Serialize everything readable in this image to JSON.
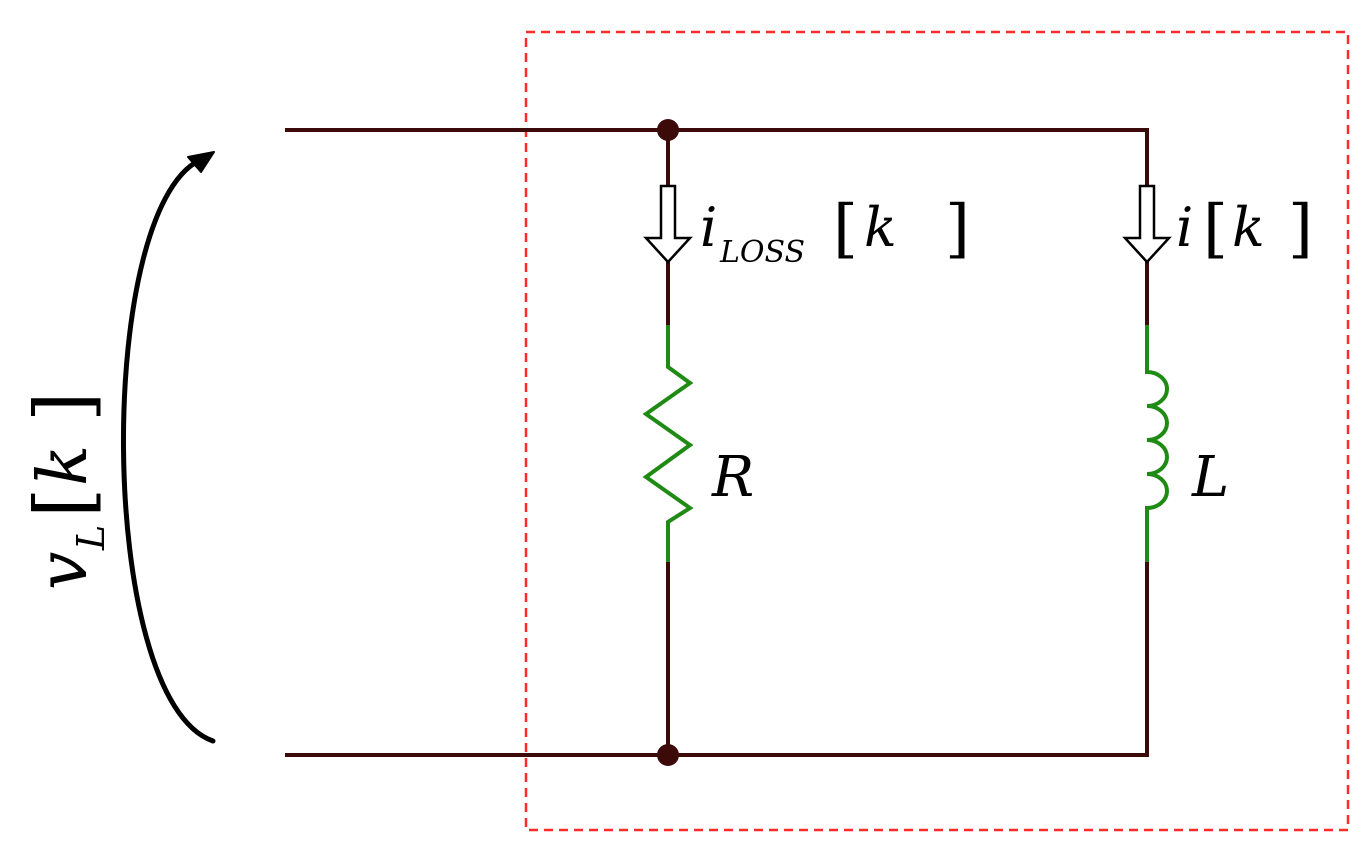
{
  "colors": {
    "wire": "#3d0a0a",
    "component": "#1f8a14",
    "boundary": "#ff2a2a",
    "arrow": "#000000",
    "background": "#ffffff"
  },
  "labels": {
    "voltage": {
      "symbol": "v",
      "subscript": "L",
      "open": "[",
      "index": "k",
      "close": "]"
    },
    "loss_current": {
      "symbol": "i",
      "subscript": "LOSS",
      "open": "[",
      "index": "k",
      "close": "]"
    },
    "inductor_current": {
      "symbol": "i",
      "open": "[",
      "index": "k",
      "close": "]"
    },
    "resistor": "R",
    "inductor": "L"
  },
  "icons": {
    "voltage_arrow": "curved-arrow-icon",
    "current_arrow": "hollow-down-arrow-icon",
    "junction": "filled-dot-icon"
  }
}
